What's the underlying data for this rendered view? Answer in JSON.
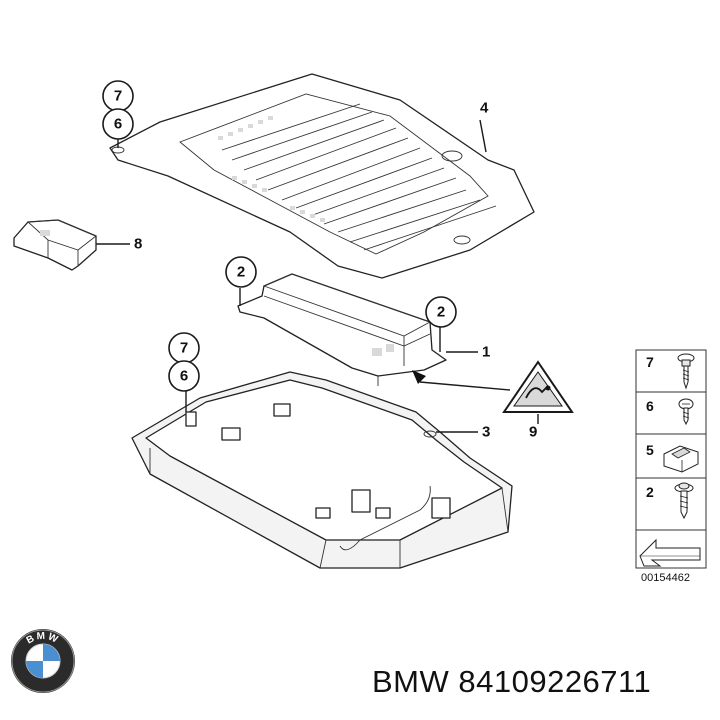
{
  "callouts": {
    "c7a": "7",
    "c6a": "6",
    "c2a": "2",
    "c2b": "2",
    "c7b": "7",
    "c6b": "6",
    "n4": "4",
    "n8": "8",
    "n1": "1",
    "n3": "3",
    "n9": "9"
  },
  "legend": {
    "items": [
      {
        "number": "7",
        "icon": "self-tapping-screw-icon"
      },
      {
        "number": "6",
        "icon": "hex-screw-icon"
      },
      {
        "number": "5",
        "icon": "clip-nut-icon"
      },
      {
        "number": "2",
        "icon": "washer-screw-icon"
      }
    ],
    "arrow_icon": "direction-arrow-icon",
    "reference_code": "00154462"
  },
  "warning_icon": "electrical-hazard-triangle-icon",
  "brand": {
    "logo_icon": "bmw-roundel-logo",
    "logo_text": "BMW",
    "caption": "BMW 84109226711"
  },
  "colors": {
    "line": "#222222",
    "background": "#ffffff",
    "logo_blue": "#4a8fd0"
  }
}
